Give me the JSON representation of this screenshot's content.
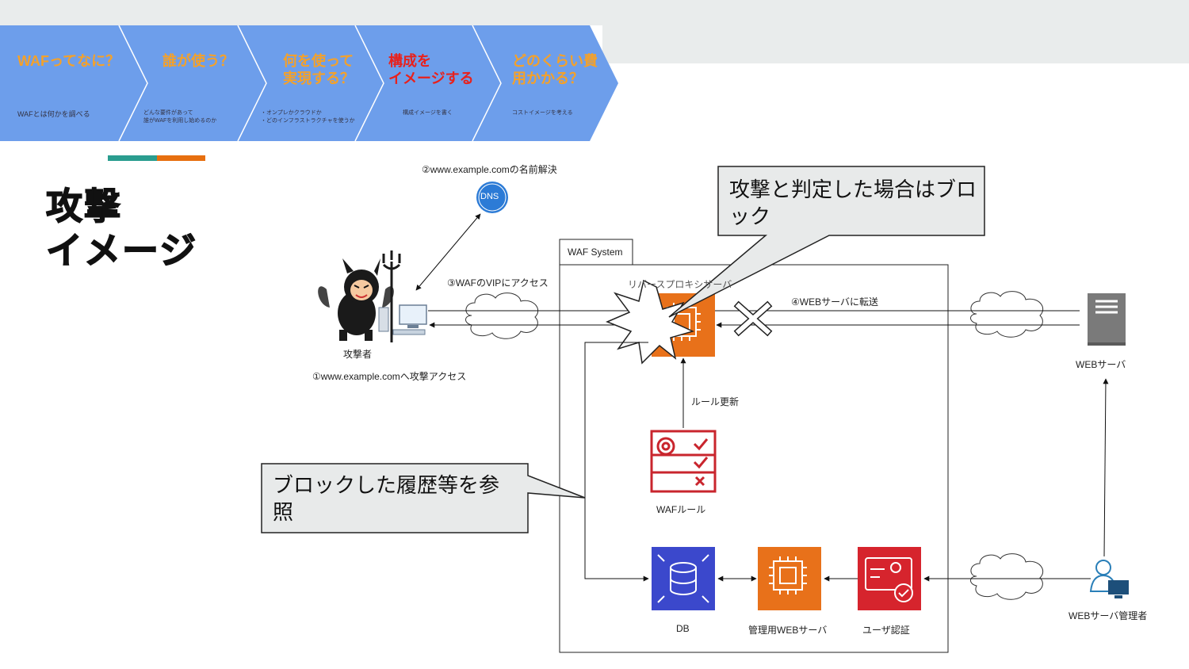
{
  "steps": [
    {
      "title": "WAFってなに？",
      "desc": "WAFとは何かを調べる",
      "color": "#f4a12a"
    },
    {
      "title": "誰が使う？",
      "desc": "どんな要件があって\n誰がWAFを利用し始めるのか",
      "color": "#f4a12a"
    },
    {
      "title": "何を使って\n実現する？",
      "desc": "・オンプレかクラウドか\n・どのインフラストラクチャを使うか",
      "color": "#f4a12a"
    },
    {
      "title": "構成を\nイメージする",
      "desc": "構成イメージを書く",
      "color": "#e8211c"
    },
    {
      "title": "どのくらい費\n用かかる？",
      "desc": "コストイメージを考える",
      "color": "#f4a12a"
    }
  ],
  "heading": {
    "line1": "攻撃",
    "line2": "イメージ"
  },
  "diagram": {
    "dns_step": "②www.example.comの名前解決",
    "dns_icon": "DNS",
    "vip_step": "③WAFのVIPにアクセス",
    "attacker": "攻撃者",
    "attack_step": "①www.example.comへ攻撃アクセス",
    "waf_system": "WAF System",
    "reverse_proxy": "リバースプロキシサーバ",
    "forward_step": "④WEBサーバに転送",
    "web_server": "WEBサーバ",
    "rule_update": "ルール更新",
    "waf_rule": "WAFルール",
    "db": "DB",
    "admin_web_server": "管理用WEBサーバ",
    "user_auth": "ユーザ認証",
    "web_admin": "WEBサーバ管理者"
  },
  "callouts": {
    "block": "攻撃と判定した場合はブロック",
    "history": "ブロックした履歴等を参照"
  },
  "colors": {
    "step_bg": "#6d9eeb",
    "compute_orange": "#e8711a",
    "security_red": "#d6242d",
    "db_blue": "#3b48cc",
    "callout_bg": "#e8eaea"
  }
}
